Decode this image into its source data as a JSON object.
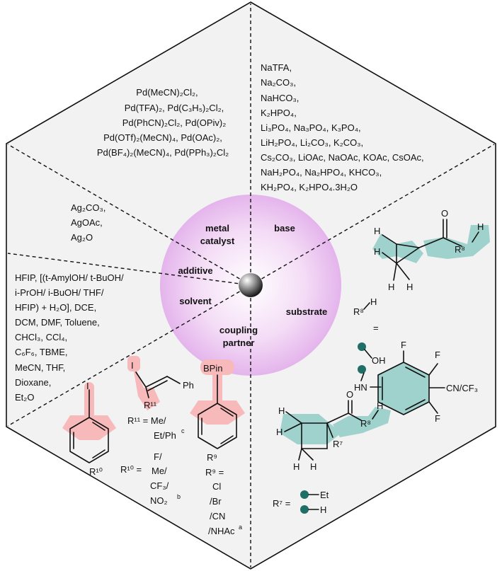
{
  "sectors": {
    "metal_catalyst": {
      "label_1": "metal",
      "label_2": "catalyst",
      "lines": [
        "Pd(MeCN)₂Cl₂,",
        "Pd(TFA)₂, Pd(C₃H₅)₂Cl₂,",
        "Pd(PhCN)₂Cl₂, Pd(OPiv)₂",
        "Pd(OTf)₂(MeCN)₄, Pd(OAc)₂,",
        "Pd(BF₄)₂(MeCN)₄, Pd(PPh₃)₂Cl₂"
      ]
    },
    "base": {
      "label": "base",
      "lines": [
        "NaTFA,",
        "Na₂CO₃,",
        "NaHCO₃,",
        "K₂HPO₄,",
        "Li₃PO₄, Na₃PO₄, K₃PO₄,",
        "LiH₂PO₄, Li₂CO₃, K₂CO₃,",
        "Cs₂CO₃, LiOAc, NaOAc, KOAc, CsOAc,",
        "NaH₂PO₄, Na₂HPO₄, KHCO₃,",
        "KH₂PO₄, K₂HPO₄.3H₂O"
      ]
    },
    "additive": {
      "label": "additive",
      "lines": [
        "Ag₂CO₃,",
        "AgOAc,",
        "Ag₂O"
      ]
    },
    "solvent": {
      "label": "solvent",
      "lines": [
        "HFIP, [(t-AmylOH/ t-BuOH/",
        "i-PrOH/ i-BuOH/ THF/",
        "HFIP) + H₂O],  DCE,",
        "DCM, DMF, Toluene,",
        "CHCl₃, CCl₄,",
        "C₆F₆, TBME,",
        "MeCN, THF,",
        "Dioxane,",
        "Et₂O"
      ]
    },
    "coupling_partner": {
      "label_1": "coupling",
      "label_2": "partner",
      "iodoarene": {
        "i": "I",
        "r": "R¹⁰"
      },
      "vinyl_iodide": {
        "i": "I",
        "ph": "Ph",
        "r": "R¹¹"
      },
      "boronate": {
        "b": "BPin",
        "r": "R⁹"
      },
      "r11_def_1": "R¹¹ = Me/",
      "r11_def_2": "Et/Ph",
      "r11_sup": "c",
      "r10_prefix": "R¹⁰ =",
      "r10_values": [
        "F/",
        "Me/",
        "CF₃/",
        "NO₂"
      ],
      "r10_sup": "b",
      "r9_prefix": "R⁹ =",
      "r9_values": [
        "Cl",
        "/Br",
        "/CN",
        "/NHAc"
      ],
      "r9_sup": "a"
    },
    "substrate": {
      "label": "substrate",
      "atoms": {
        "h": "H",
        "o": "O",
        "r8": "R⁸",
        "r7": "R⁷",
        "oh": "OH",
        "hn": "HN",
        "f": "F",
        "cn_cf3": "CN/CF₃",
        "et": "Et"
      },
      "r8_def": "=",
      "r7_def": "R⁷ ="
    }
  },
  "colors": {
    "hexagon_fill": "#f2f2f2",
    "sphere_inner": "#ffffff",
    "sphere_outer": "#e7b7ee",
    "highlight_red": "#f7b9b9",
    "highlight_teal": "#9fd2cc",
    "dot_teal": "#1f6f66"
  }
}
